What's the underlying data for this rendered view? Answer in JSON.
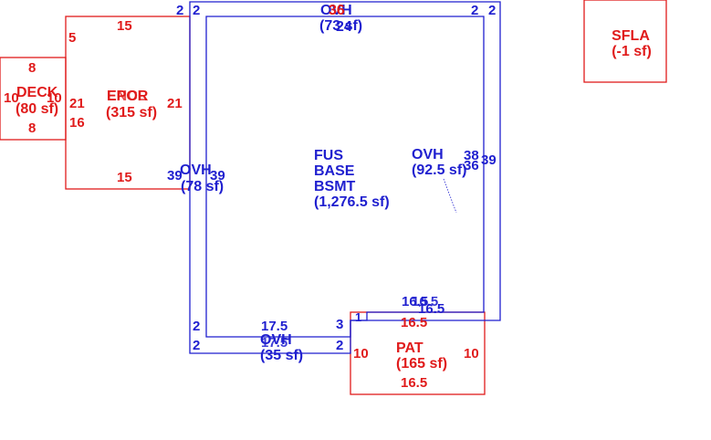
{
  "colors": {
    "red": "#e01b1b",
    "blue": "#1f1fcf",
    "background": "#ffffff"
  },
  "areas": {
    "main": {
      "l1": "FUS",
      "l2": "BASE",
      "l3": "BSMT",
      "area": "(1,276.5 sf)"
    },
    "ovh_top": {
      "label": "OVH",
      "overlap": "36",
      "area": "(73 sf)",
      "overlap_area": "24"
    },
    "ovh_left": {
      "label": "OVH",
      "area": "(78 sf)"
    },
    "ovh_right": {
      "label": "OVH",
      "area": "(92.5 sf)"
    },
    "ovh_bottom": {
      "label": "OVH",
      "overlap": "17.5",
      "area": "(35 sf)"
    },
    "encl": {
      "label": "EPOR",
      "overlap": "ENCL",
      "area": "(315 sf)"
    },
    "deck": {
      "label": "DECK",
      "area": "(80 sf)"
    },
    "pat": {
      "label": "PAT",
      "area": "(165 sf)"
    },
    "sfla": {
      "label": "SFLA",
      "area": "(-1 sf)"
    }
  },
  "dims": {
    "top_left_2a": "2",
    "top_left_2b": "2",
    "top_right_2a": "2",
    "top_right_2b": "2",
    "encl_top": "15",
    "encl_bottom": "15",
    "encl_left_5": "5",
    "encl_left_16": "16",
    "encl_left_21": "21",
    "encl_right_21": "21",
    "deck_top": "8",
    "deck_bottom": "8",
    "deck_left": "10",
    "deck_right": "10",
    "left_39a": "39",
    "left_39b": "39",
    "right_38": "38",
    "right_39": "39",
    "right_36": "36",
    "bottom_left_2a": "2",
    "bottom_left_2b": "2",
    "bottom_17_5": "17.5",
    "bottom_17_5b": "17.5",
    "bottom_3": "3",
    "bottom_2": "2",
    "bottom_1": "1",
    "right_16_5a": "16.5",
    "right_16_5b": "16.5",
    "right_16_5c": "16.5",
    "pat_top": "16.5",
    "pat_bottom": "16.5",
    "pat_left": "10",
    "pat_right": "10"
  }
}
